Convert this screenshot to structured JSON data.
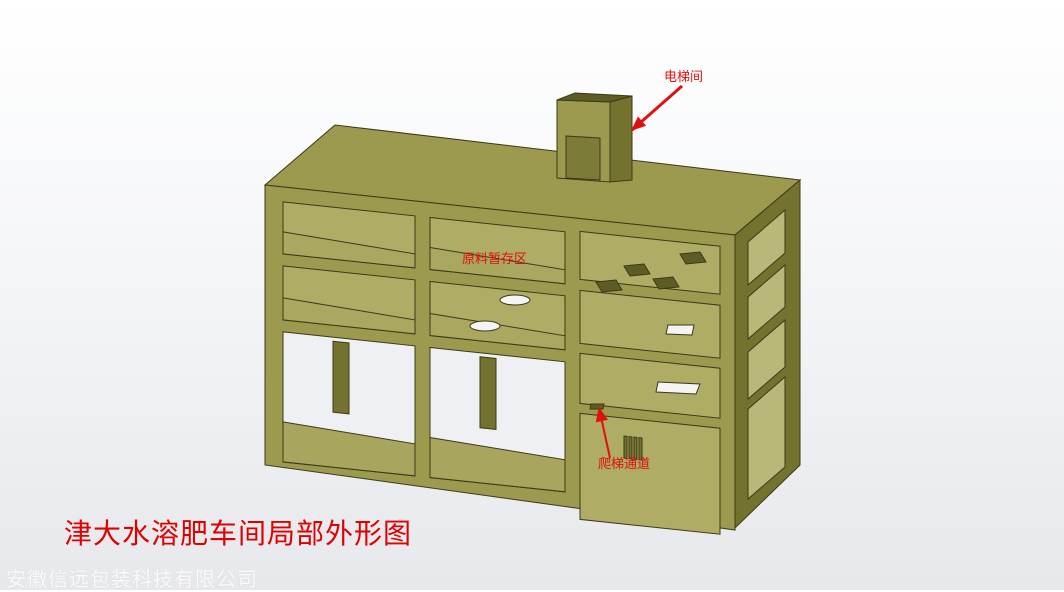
{
  "labels": {
    "elevator": "电梯间",
    "raw_storage": "原料暂存区",
    "ladder_passage": "爬梯通道"
  },
  "title": "津大水溶肥车间局部外形图",
  "watermark": "安徽信远包装科技有限公司",
  "colors": {
    "structure": "#9c9a4f",
    "structure_dark": "#74722f",
    "edge": "#3b3a17",
    "annotation": "#e01010"
  }
}
